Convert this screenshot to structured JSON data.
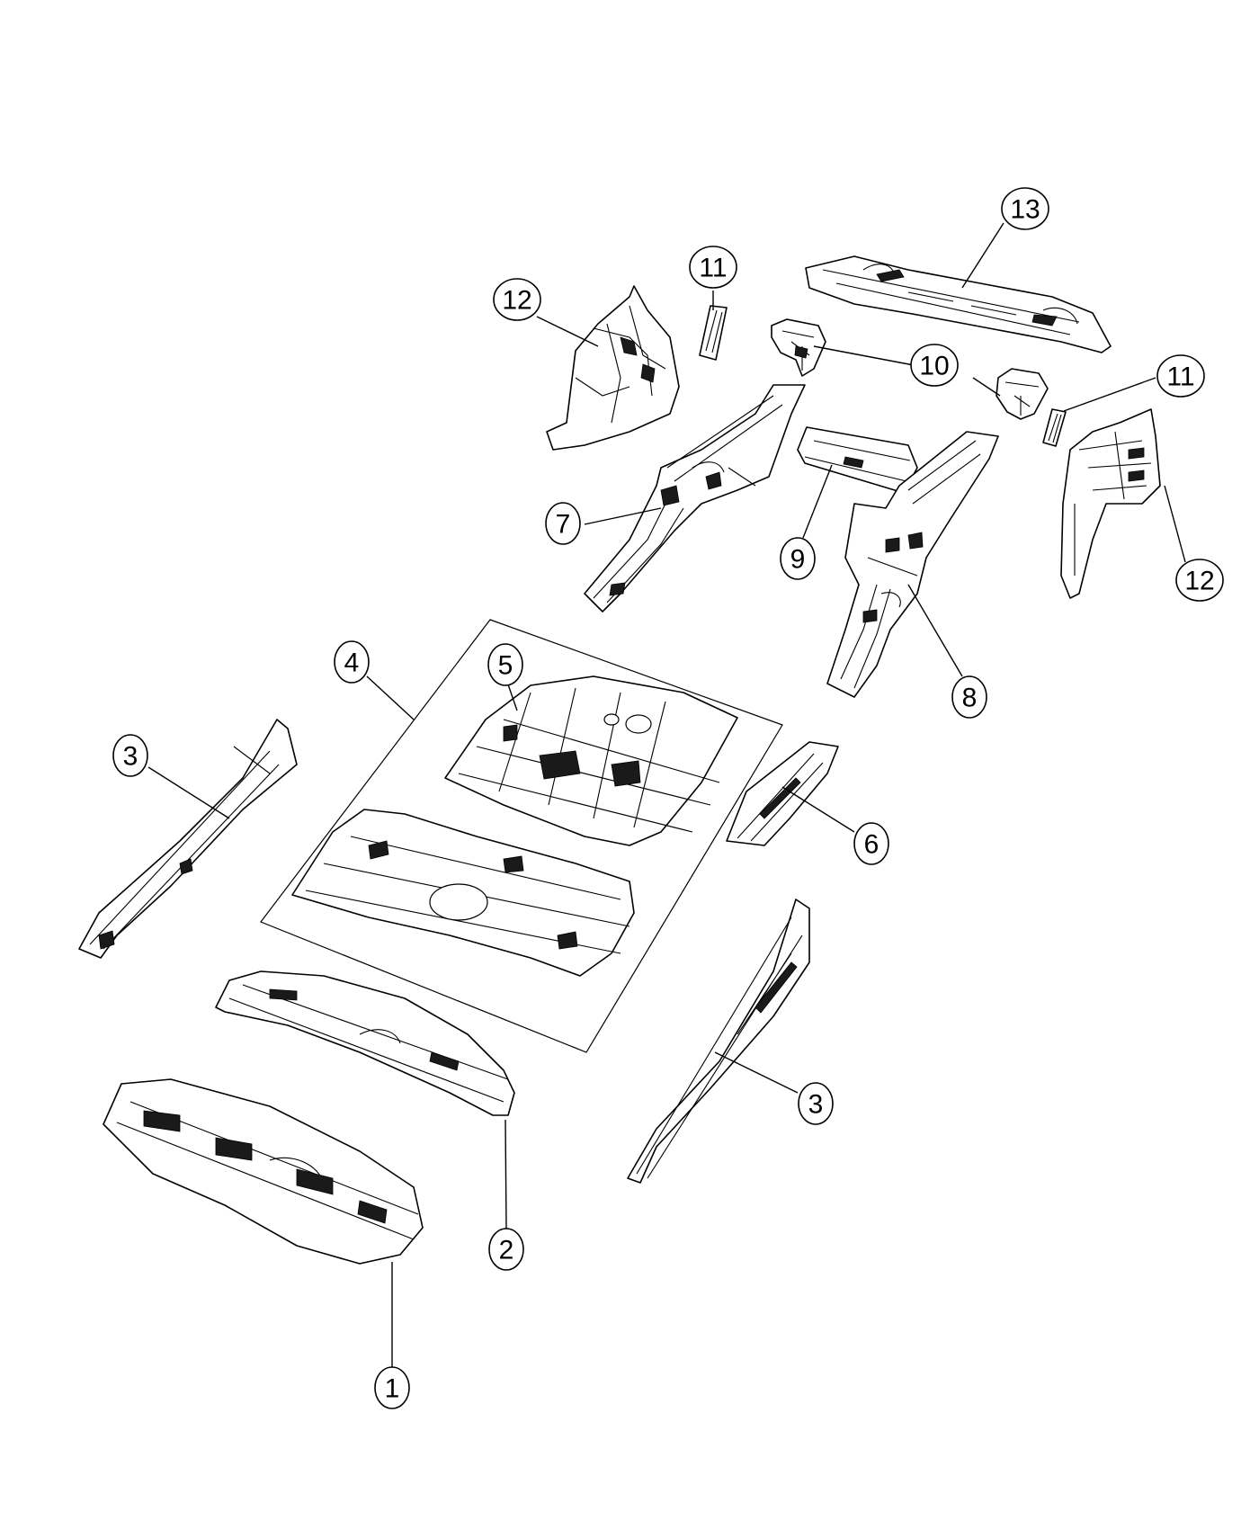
{
  "callouts": {
    "c1": "1",
    "c2": "2",
    "c3a": "3",
    "c3b": "3",
    "c4": "4",
    "c5": "5",
    "c6": "6",
    "c7": "7",
    "c8": "8",
    "c9": "9",
    "c10": "10",
    "c11a": "11",
    "c11b": "11",
    "c12a": "12",
    "c12b": "12",
    "c13": "13"
  }
}
